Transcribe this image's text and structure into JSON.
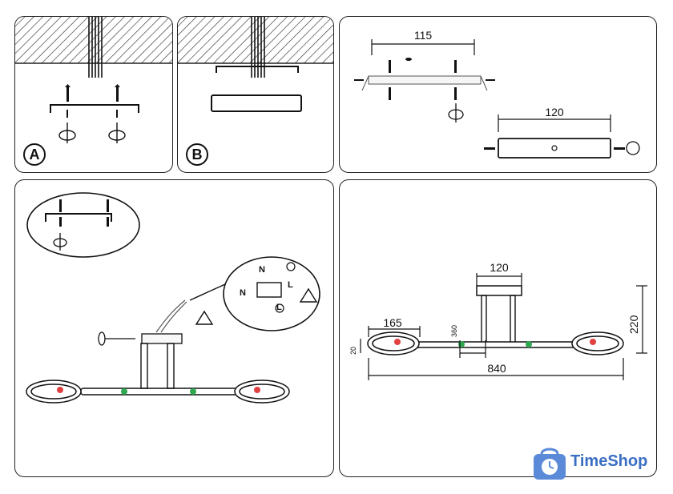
{
  "panels": {
    "a": {
      "badge": "A"
    },
    "b": {
      "badge": "B"
    },
    "c": {
      "dim_top": "115",
      "dim_bottom": "120"
    },
    "d": {
      "wire_n1": "N",
      "wire_l1": "L",
      "wire_n2": "N",
      "wire_l2": "L"
    },
    "e": {
      "dim_base": "120",
      "dim_arm": "165",
      "dim_width": "840",
      "dim_height": "220",
      "dim_ring": "20",
      "dim_stem": "360"
    }
  },
  "logo": {
    "text": "TimeShop"
  },
  "colors": {
    "stroke": "#222222",
    "hatch": "#333333",
    "accent_red": "#e04040",
    "accent_green": "#2fa84f",
    "logo_blue": "#3b6fc4"
  }
}
